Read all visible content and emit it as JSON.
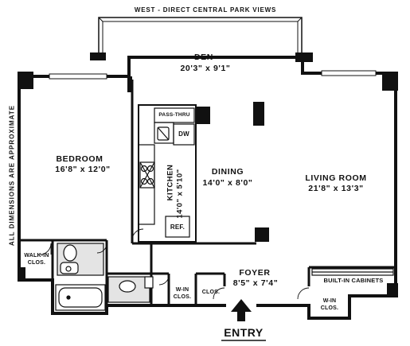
{
  "header": {
    "views_label": "WEST  -  DIRECT  CENTRAL  PARK  VIEWS"
  },
  "side_note": "ALL  DIMENSIONS  ARE  APPROXIMATE",
  "rooms": {
    "den": {
      "name": "DEN",
      "dims": "20'3\"  x  9'1\""
    },
    "bedroom": {
      "name": "BEDROOM",
      "dims": "16'8\"  x  12'0\""
    },
    "dining": {
      "name": "DINING",
      "dims": "14'0\"  x  8'0\""
    },
    "living": {
      "name": "LIVING ROOM",
      "dims": "21'8\"  x  13'3\""
    },
    "kitchen": {
      "name": "KITCHEN",
      "dims": "14'0\"  x  5'10\""
    },
    "foyer": {
      "name": "FOYER",
      "dims": "8'5\"  x  7'4\""
    }
  },
  "fixtures": {
    "pass_thru": "PASS-THRU",
    "dw": "DW",
    "ref": "REF.",
    "walkin_clos": [
      "WALK-IN",
      "CLOS."
    ],
    "win_clos_center": [
      "W-IN",
      "CLOS."
    ],
    "clos": "CLOS.",
    "win_clos_right": [
      "W-IN",
      "CLOS."
    ],
    "built_in_cabinets": "BUILT-IN CABINETS"
  },
  "entry": {
    "label": "ENTRY"
  }
}
